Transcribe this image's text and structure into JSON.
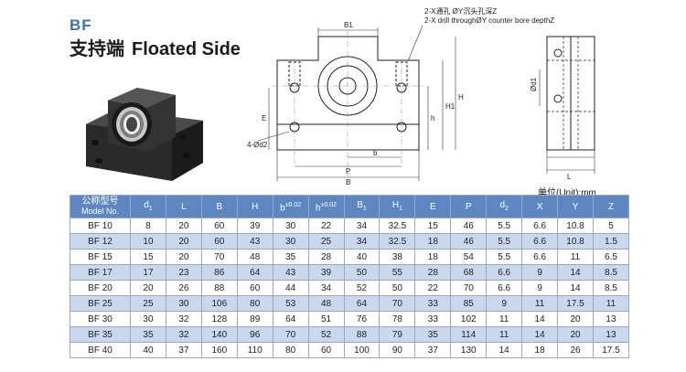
{
  "header": {
    "code": "BF",
    "title_zh": "支持端",
    "title_en": "Floated Side"
  },
  "drawing": {
    "note_zh": "2-X通孔 ØY沉头孔深Z",
    "note_en": "2-X drill throughØY counter bore depthZ",
    "dims": {
      "b1": "B1",
      "e": "E",
      "h": "h",
      "h1": "H1",
      "h_total": "H",
      "holes": "4-Ød2",
      "b_small": "b",
      "p": "P",
      "b_total": "B",
      "d1": "Ød1",
      "l": "L"
    }
  },
  "unit": "单位(Unit):mm",
  "table": {
    "headers": [
      {
        "zh": "公称型号",
        "en": "Model No."
      },
      {
        "text": "d",
        "sub": "1"
      },
      {
        "text": "L"
      },
      {
        "text": "B"
      },
      {
        "text": "H"
      },
      {
        "text": "b",
        "sup": "±0.02"
      },
      {
        "text": "h",
        "sup": "±0.02"
      },
      {
        "text": "B",
        "sub": "1"
      },
      {
        "text": "H",
        "sub": "1"
      },
      {
        "text": "E"
      },
      {
        "text": "P"
      },
      {
        "text": "d",
        "sub": "2"
      },
      {
        "text": "X"
      },
      {
        "text": "Y"
      },
      {
        "text": "Z"
      }
    ],
    "rows": [
      [
        "BF 10",
        "8",
        "20",
        "60",
        "39",
        "30",
        "22",
        "34",
        "32.5",
        "15",
        "46",
        "5.5",
        "6.6",
        "10.8",
        "5"
      ],
      [
        "BF 12",
        "10",
        "20",
        "60",
        "43",
        "30",
        "25",
        "34",
        "32.5",
        "18",
        "46",
        "5.5",
        "6.6",
        "10.8",
        "1.5"
      ],
      [
        "BF 15",
        "15",
        "20",
        "70",
        "48",
        "35",
        "28",
        "40",
        "38",
        "18",
        "54",
        "5.5",
        "6.6",
        "11",
        "6.5"
      ],
      [
        "BF 17",
        "17",
        "23",
        "86",
        "64",
        "43",
        "39",
        "50",
        "55",
        "28",
        "68",
        "6.6",
        "9",
        "14",
        "8.5"
      ],
      [
        "BF 20",
        "20",
        "26",
        "88",
        "60",
        "44",
        "34",
        "52",
        "50",
        "22",
        "70",
        "6.6",
        "9",
        "14",
        "8.5"
      ],
      [
        "BF 25",
        "25",
        "30",
        "106",
        "80",
        "53",
        "48",
        "64",
        "70",
        "33",
        "85",
        "9",
        "11",
        "17.5",
        "11"
      ],
      [
        "BF 30",
        "30",
        "32",
        "128",
        "89",
        "64",
        "51",
        "76",
        "78",
        "33",
        "102",
        "11",
        "14",
        "20",
        "13"
      ],
      [
        "BF 35",
        "35",
        "32",
        "140",
        "96",
        "70",
        "52",
        "88",
        "79",
        "35",
        "114",
        "11",
        "14",
        "20",
        "13"
      ],
      [
        "BF 40",
        "40",
        "37",
        "160",
        "110",
        "80",
        "60",
        "100",
        "90",
        "37",
        "130",
        "14",
        "18",
        "26",
        "17.5"
      ]
    ]
  }
}
